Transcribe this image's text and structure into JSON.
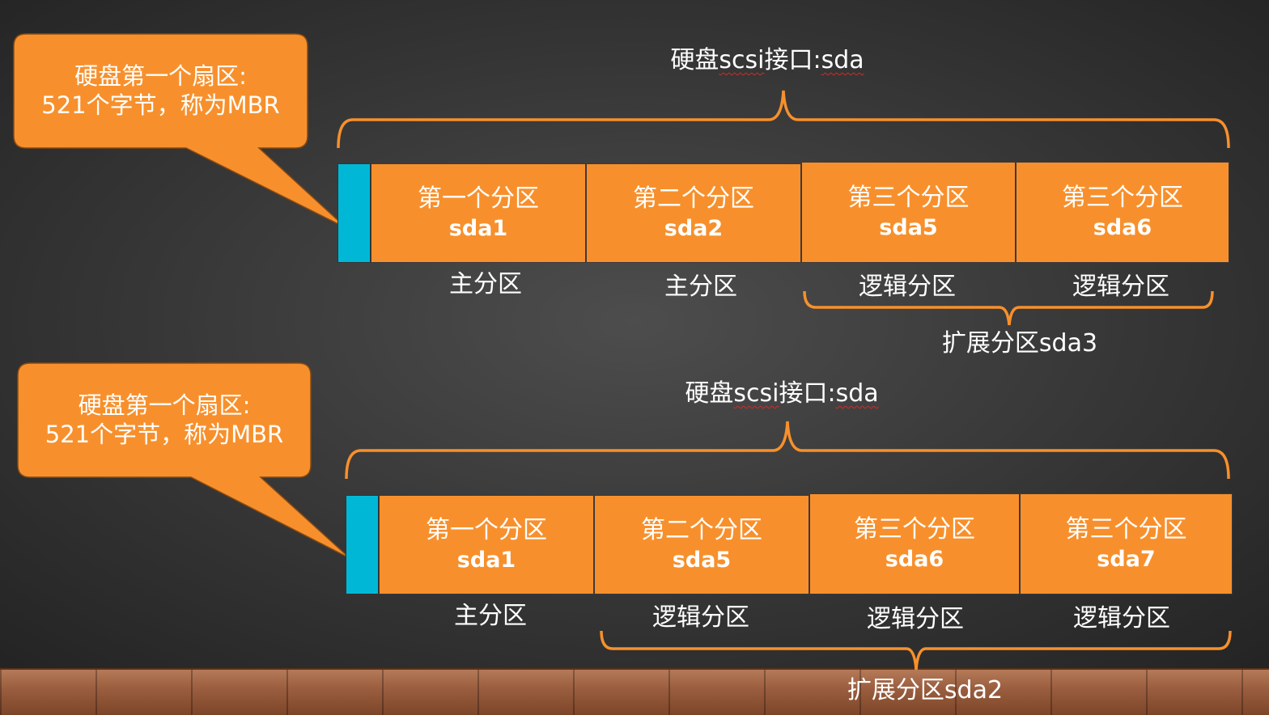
{
  "colors": {
    "partition": "#f7902c",
    "mbr": "#00b8d6",
    "brace": "#f7902c",
    "text": "#ffffff"
  },
  "diagrams": [
    {
      "callout": {
        "line1": "硬盘第一个扇区:",
        "line2": "521个字节，称为MBR"
      },
      "disk_title": {
        "prefix": "硬盘",
        "interface": "scsi",
        "middle": "接口:",
        "device": "sda"
      },
      "partitions": [
        {
          "name": "第一个分区",
          "device": "sda1",
          "type": "主分区"
        },
        {
          "name": "第二个分区",
          "device": "sda2",
          "type": "主分区"
        },
        {
          "name": "第三个分区",
          "device": "sda5",
          "type": "逻辑分区"
        },
        {
          "name": "第三个分区",
          "device": "sda6",
          "type": "逻辑分区"
        }
      ],
      "extended_label": "扩展分区sda3"
    },
    {
      "callout": {
        "line1": "硬盘第一个扇区:",
        "line2": "521个字节，称为MBR"
      },
      "disk_title": {
        "prefix": "硬盘",
        "interface": "scsi",
        "middle": "接口:",
        "device": "sda"
      },
      "partitions": [
        {
          "name": "第一个分区",
          "device": "sda1",
          "type": "主分区"
        },
        {
          "name": "第二个分区",
          "device": "sda5",
          "type": "逻辑分区"
        },
        {
          "name": "第三个分区",
          "device": "sda6",
          "type": "逻辑分区"
        },
        {
          "name": "第三个分区",
          "device": "sda7",
          "type": "逻辑分区"
        }
      ],
      "extended_label": "扩展分区sda2"
    }
  ]
}
